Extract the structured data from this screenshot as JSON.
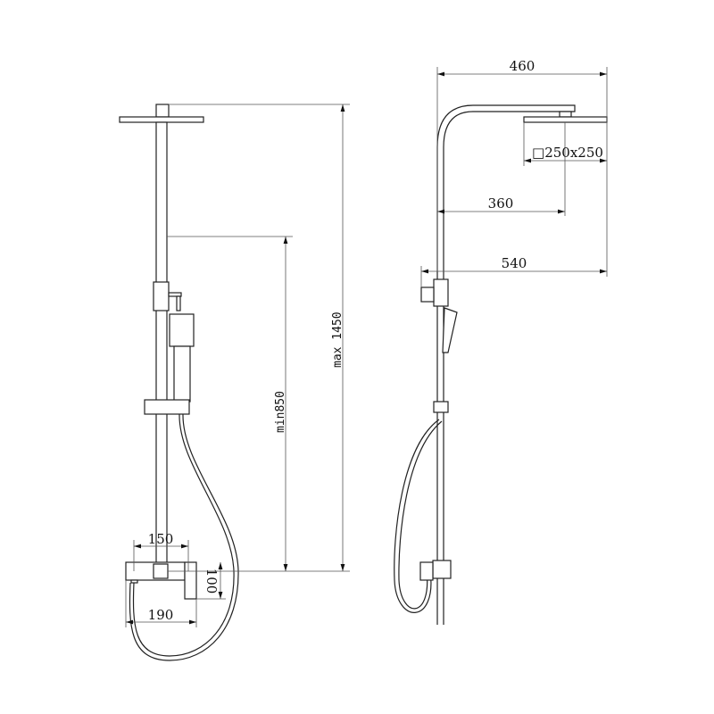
{
  "front_view": {
    "dim_max_height": "max 1450",
    "dim_min_height": "min850",
    "dim_mixer_connection": "150",
    "dim_mixer_width": "190",
    "dim_mixer_depth": "100"
  },
  "side_view": {
    "dim_arm_reach": "460",
    "dim_head_size": "□250x250",
    "dim_head_center": "360",
    "dim_total_reach": "540"
  },
  "colors": {
    "line": "#222222",
    "background": "#ffffff"
  }
}
